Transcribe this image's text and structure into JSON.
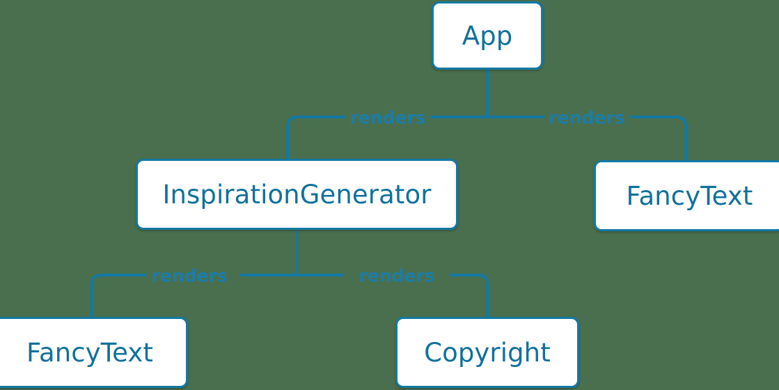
{
  "diagram": {
    "type": "component-tree",
    "background_color": "#4a6f4e",
    "accent_color": "#11719b",
    "node_fill_color": "#ffffff",
    "nodes": [
      {
        "id": "app",
        "label": "App"
      },
      {
        "id": "inspiration-generator",
        "label": "InspirationGenerator"
      },
      {
        "id": "fancy-text-right",
        "label": "FancyText"
      },
      {
        "id": "fancy-text-bottom",
        "label": "FancyText"
      },
      {
        "id": "copyright",
        "label": "Copyright"
      }
    ],
    "edges": [
      {
        "from": "app",
        "to": "inspiration-generator",
        "label": "renders"
      },
      {
        "from": "app",
        "to": "fancy-text-right",
        "label": "renders"
      },
      {
        "from": "inspiration-generator",
        "to": "fancy-text-bottom",
        "label": "renders"
      },
      {
        "from": "inspiration-generator",
        "to": "copyright",
        "label": "renders"
      }
    ]
  }
}
